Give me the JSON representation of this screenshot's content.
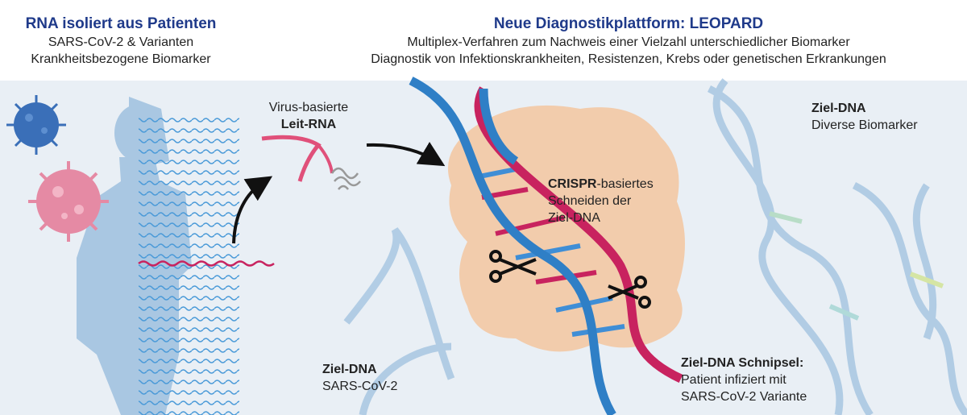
{
  "left_header": {
    "title": "RNA isoliert aus Patienten",
    "lines": [
      "SARS-CoV-2 & Varianten",
      "Krankheitsbezogene Biomarker"
    ]
  },
  "right_header": {
    "title": "Neue Diagnostikplattform: LEOPARD",
    "lines": [
      "Multiplex-Verfahren zum Nachweis einer Vielzahl unterschiedlicher Biomarker",
      "Diagnostik von Infektionskrankheiten, Resistenzen, Krebs oder genetischen Erkrankungen"
    ]
  },
  "labels": {
    "guide_rna": {
      "line1": "Virus-basierte",
      "line2": "Leit-RNA"
    },
    "crispr": {
      "bold": "CRISPR",
      "rest": "-basiertes",
      "line2": "Schneiden der",
      "line3": "Ziel-DNA"
    },
    "target_biomarker": {
      "line1": "Ziel-DNA",
      "line2": "Diverse Biomarker"
    },
    "target_sars": {
      "line1": "Ziel-DNA",
      "line2": "SARS-CoV-2"
    },
    "snippets": {
      "line1": "Ziel-DNA Schnipsel:",
      "line2": "Patient infiziert mit",
      "line3": "SARS-CoV-2 Variante"
    }
  },
  "colors": {
    "title_blue": "#1f3a8a",
    "band": "#e9eff5",
    "dna_blue": "#2f7fc6",
    "dna_pink": "#c8235f",
    "protein": "#f2ccac",
    "rna_pink": "#e0507a",
    "virus_blue": "#3a6fb8",
    "virus_pink": "#e58aa4"
  }
}
